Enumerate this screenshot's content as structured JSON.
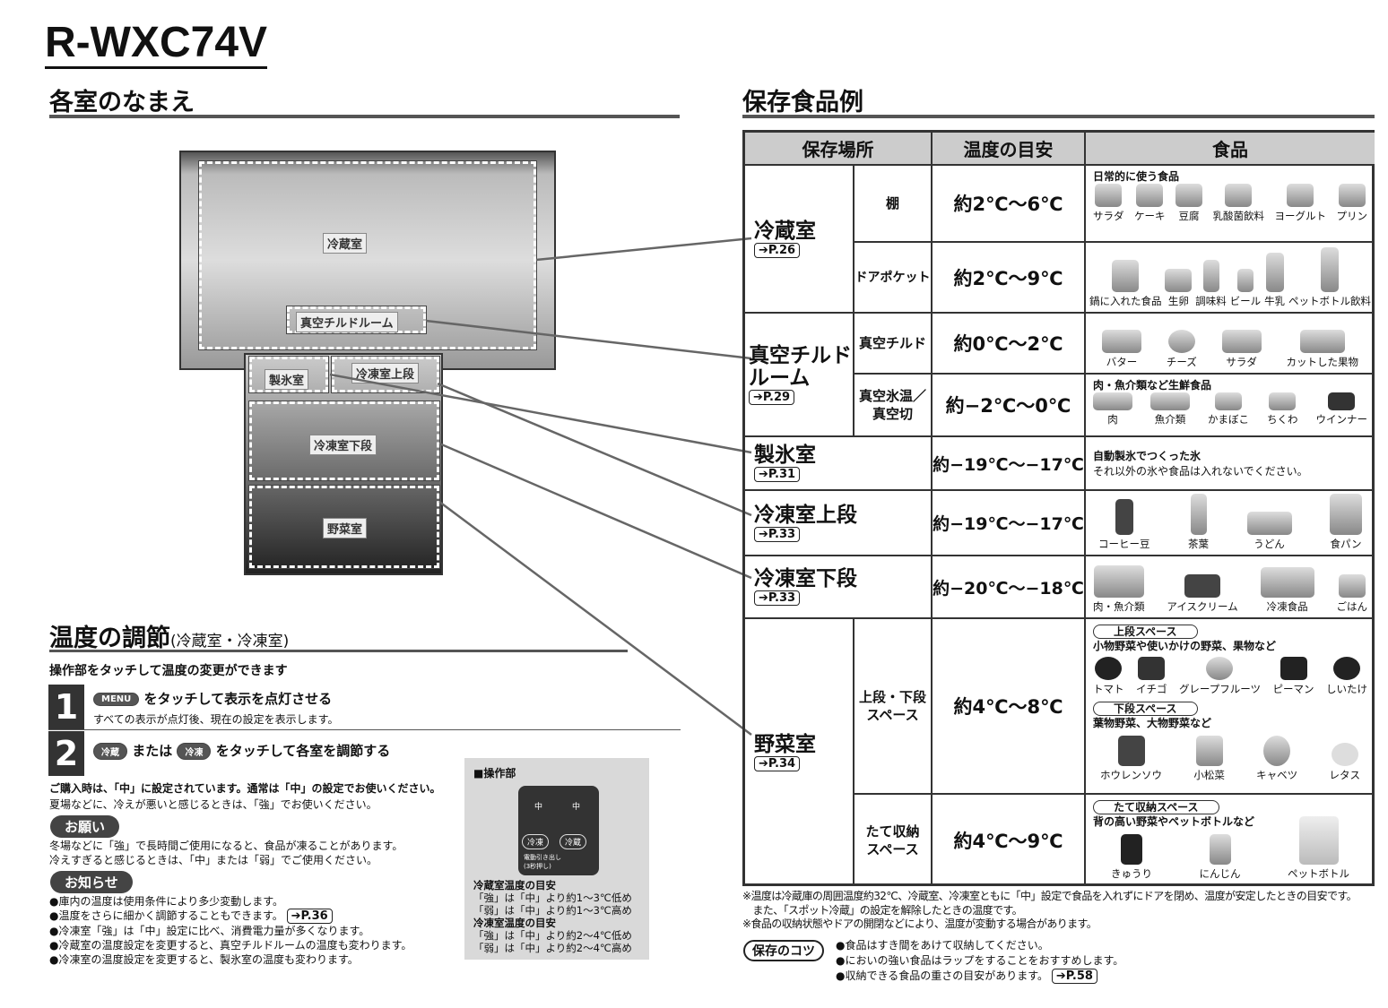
{
  "model": "R-WXC74V",
  "left": {
    "names_title": "各室のなまえ",
    "fridge_labels": {
      "fridge": "冷蔵室",
      "chilled": "真空チルドルーム",
      "ice": "製氷室",
      "upper_freezer": "冷凍室上段",
      "lower_freezer": "冷凍室下段",
      "vegetable": "野菜室"
    },
    "temp_title": "温度の調節",
    "temp_title_sub": "(冷蔵室・冷凍室)",
    "temp_intro": "操作部をタッチして温度の変更ができます",
    "step1": {
      "num": "1",
      "button": "MENU",
      "text": "をタッチして表示を点灯させる",
      "note": "すべての表示が点灯後、現在の設定を表示します。"
    },
    "step2": {
      "num": "2",
      "button_a": "冷蔵",
      "or": "または",
      "button_b": "冷凍",
      "text": "をタッチして各室を調節する"
    },
    "purchase_note": "ご購入時は、「中」に設定されています。通常は「中」の設定でお使いください。",
    "summer_note": "夏場などに、冷えが悪いと感じるときは、「強」でお使いください。",
    "request_label": "お願い",
    "request_lines": [
      "冬場などに「強」で長時間ご使用になると、食品が凍ることがあります。",
      "冷えすぎると感じるときは、「中」または「弱」でご使用ください。"
    ],
    "notice_label": "お知らせ",
    "notice_lines": [
      "●庫内の温度は使用条件により多少変動します。",
      "●温度をさらに細かく調節することもできます。",
      "●冷凍室「強」は「中」設定に比べ、消費電力量が多くなります。",
      "●冷蔵室の温度設定を変更すると、真空チルドルームの温度も変わります。",
      "●冷凍室の温度設定を変更すると、製氷室の温度も変わります。"
    ],
    "notice_ref": "➔P.36",
    "panel": {
      "title": "■操作部",
      "mid1": "中",
      "mid2": "中",
      "btn_freezer": "冷凍",
      "btn_fridge": "冷蔵",
      "drawer": "電動引き出し",
      "drawer2": "(3秒押し)",
      "fridge_title": "冷蔵室温度の目安",
      "fridge_l1": "「強」は「中」より約1～3℃低め",
      "fridge_l2": "「弱」は「中」より約1～3℃高め",
      "freezer_title": "冷凍室温度の目安",
      "freezer_l1": "「強」は「中」より約2～4℃低め",
      "freezer_l2": "「弱」は「中」より約2～4℃高め"
    }
  },
  "right": {
    "title": "保存食品例",
    "headers": [
      "保存場所",
      "温度の目安",
      "食品"
    ],
    "rooms": [
      {
        "name": "冷蔵室",
        "ref": "➔P.26"
      },
      {
        "name": "真空チルド",
        "name2": "ルーム",
        "ref": "➔P.29"
      },
      {
        "name": "製氷室",
        "ref": "➔P.31"
      },
      {
        "name": "冷凍室上段",
        "ref": "➔P.33"
      },
      {
        "name": "冷凍室下段",
        "ref": "➔P.33"
      },
      {
        "name": "野菜室",
        "ref": "➔P.34"
      }
    ],
    "rows": {
      "shelf": {
        "sub": "棚",
        "temp": "約2℃～6℃",
        "label": "日常的に使う食品",
        "items": [
          "サラダ",
          "ケーキ",
          "豆腐",
          "乳酸菌飲料",
          "ヨーグルト",
          "プリン"
        ]
      },
      "door": {
        "sub": "ドアポケット",
        "temp": "約2℃～9℃",
        "items": [
          "鍋に入れた食品",
          "生卵",
          "調味料",
          "ビール",
          "牛乳",
          "ペットボトル飲料"
        ]
      },
      "chilled": {
        "sub": "真空チルド",
        "temp": "約0℃～2℃",
        "items": [
          "バター",
          "チーズ",
          "サラダ",
          "カットした果物"
        ]
      },
      "ice_temp": {
        "sub": "真空氷温／",
        "sub2": "真空切",
        "temp": "約−2℃～0℃",
        "label": "肉・魚介類など生鮮食品",
        "items": [
          "肉",
          "魚介類",
          "かまぼこ",
          "ちくわ",
          "ウインナー"
        ]
      },
      "ice": {
        "temp": "約−19℃～−17℃",
        "l1": "自動製氷でつくった氷",
        "l2": "それ以外の氷や食品は入れないでください。"
      },
      "upper": {
        "temp": "約−19℃～−17℃",
        "items": [
          "コーヒー豆",
          "茶葉",
          "うどん",
          "食パン"
        ]
      },
      "lower": {
        "temp": "約−20℃～−18℃",
        "items": [
          "肉・魚介類",
          "アイスクリーム",
          "冷凍食品",
          "ごはん"
        ]
      },
      "veg": {
        "sub": "上段・下段",
        "sub2": "スペース",
        "temp": "約4℃～8℃",
        "upper_tag": "上段スペース",
        "upper_label": "小物野菜や使いかけの野菜、果物など",
        "upper_items": [
          "トマト",
          "イチゴ",
          "グレープフルーツ",
          "ピーマン",
          "しいたけ"
        ],
        "lower_tag": "下段スペース",
        "lower_label": "葉物野菜、大物野菜など",
        "lower_items": [
          "ホウレンソウ",
          "小松菜",
          "キャベツ",
          "レタス"
        ]
      },
      "vert": {
        "sub": "たて収納",
        "sub2": "スペース",
        "temp": "約4℃～9℃",
        "tag": "たて収納スペース",
        "label": "背の高い野菜やペットボトルなど",
        "items": [
          "きゅうり",
          "にんじん",
          "ペットボトル"
        ]
      }
    },
    "footnotes": [
      "※温度は冷蔵庫の周囲温度約32℃、冷蔵室、冷凍室ともに「中」設定で食品を入れずにドアを閉め、温度が安定したときの目安です。",
      "　また、「スポット冷蔵」の設定を解除したときの温度です。",
      "※食品の収納状態やドアの開閉などにより、温度が変動する場合があります。"
    ],
    "tips_label": "保存のコツ",
    "tips": [
      "●食品はすき間をあけて収納してください。",
      "●においの強い食品はラップをすることをおすすめします。",
      "●収納できる食品の重さの目安があります。"
    ],
    "tips_ref": "➔P.58"
  }
}
